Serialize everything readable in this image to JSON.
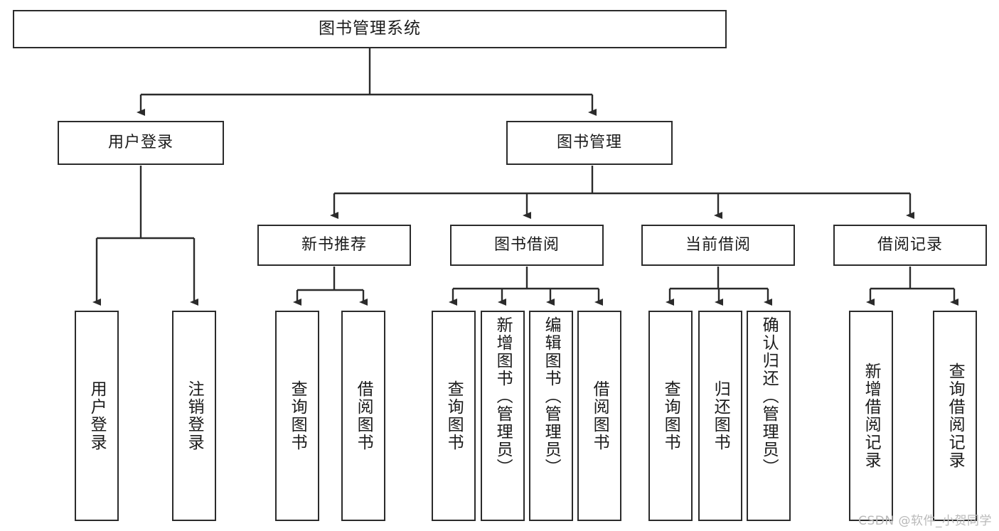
{
  "diagram": {
    "title": "图书管理系统",
    "type": "functional-structure-tree",
    "root": {
      "id": "root",
      "label": "图书管理系统"
    },
    "level2": [
      {
        "id": "user-login",
        "label": "用户登录"
      },
      {
        "id": "book-manage",
        "label": "图书管理"
      }
    ],
    "level3": [
      {
        "id": "new-book-rec",
        "label": "新书推荐",
        "parent": "book-manage"
      },
      {
        "id": "book-borrow",
        "label": "图书借阅",
        "parent": "book-manage"
      },
      {
        "id": "current-borrow",
        "label": "当前借阅",
        "parent": "book-manage"
      },
      {
        "id": "borrow-record",
        "label": "借阅记录",
        "parent": "book-manage"
      }
    ],
    "leaves": [
      {
        "id": "leaf-user-login",
        "label": "用户登录",
        "parent": "user-login"
      },
      {
        "id": "leaf-logout",
        "label": "注销登录",
        "parent": "user-login"
      },
      {
        "id": "leaf-query-book-1",
        "label": "查询图书",
        "parent": "new-book-rec"
      },
      {
        "id": "leaf-borrow-book-1",
        "label": "借阅图书",
        "parent": "new-book-rec"
      },
      {
        "id": "leaf-query-book-2",
        "label": "查询图书",
        "parent": "book-borrow"
      },
      {
        "id": "leaf-add-book",
        "label": "新增图书（管理员）",
        "parent": "book-borrow"
      },
      {
        "id": "leaf-edit-book",
        "label": "编辑图书（管理员）",
        "parent": "book-borrow"
      },
      {
        "id": "leaf-borrow-book-2",
        "label": "借阅图书",
        "parent": "book-borrow"
      },
      {
        "id": "leaf-query-book-3",
        "label": "查询图书",
        "parent": "current-borrow"
      },
      {
        "id": "leaf-return-book",
        "label": "归还图书",
        "parent": "current-borrow"
      },
      {
        "id": "leaf-confirm-return",
        "label": "确认归还（管理员）",
        "parent": "current-borrow"
      },
      {
        "id": "leaf-add-record",
        "label": "新增借阅记录",
        "parent": "borrow-record"
      },
      {
        "id": "leaf-query-record",
        "label": "查询借阅记录",
        "parent": "borrow-record"
      }
    ],
    "watermark": "CSDN @软件_小贺同学",
    "colors": {
      "stroke": "#2b2b2b",
      "text": "#1b1b1b",
      "background": "#ffffff",
      "watermark": "#b9b9b9"
    }
  }
}
